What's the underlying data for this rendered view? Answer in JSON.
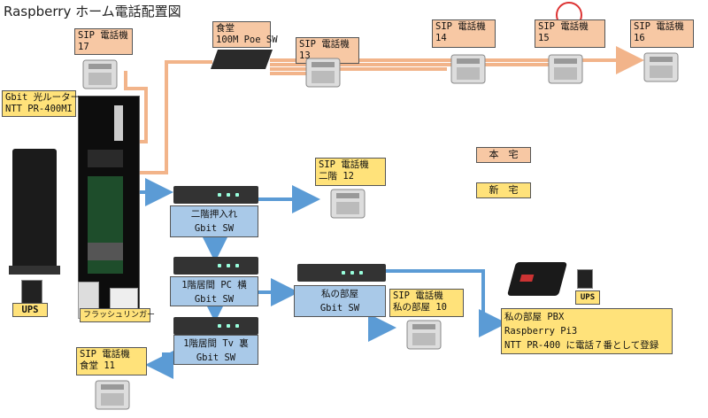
{
  "title": "Raspberry ホーム電話配置図",
  "colors": {
    "orange_line": "#f2b48a",
    "blue_line": "#5b9bd5",
    "red_arrow": "#e00000"
  },
  "router": {
    "label": "Gbit 光ルーター\nNTT PR-400MI"
  },
  "ups_left": "UPS",
  "ups_right": "UPS",
  "flash_ringer": "フラッシュリンガー",
  "switches": {
    "dining_poe": "食堂\n100M Poe SW",
    "floor2_closet": "二階押入れ\nGbit SW",
    "floor1_pc": "1階居間 PC 横\nGbit SW",
    "floor1_tv": "1階居間 Tv 裏\nGbit SW",
    "my_room": "私の部屋\nGbit SW"
  },
  "phones": {
    "p17": "SIP 電話機\n17",
    "p13": "SIP 電話機\n13",
    "p14": "SIP 電話機\n14",
    "p15": "SIP 電話機\n15",
    "p16": "SIP 電話機\n16",
    "p12": "SIP 電話機\n二階 12",
    "p10": "SIP 電話機\n私の部屋 10",
    "p11": "SIP 電話機\n食堂 11"
  },
  "legend": {
    "main_house": "本　宅",
    "new_house": "新　宅"
  },
  "pbx": "私の部屋 PBX\nRaspberry Pi3\nNTT PR-400 に電話７番として登録"
}
